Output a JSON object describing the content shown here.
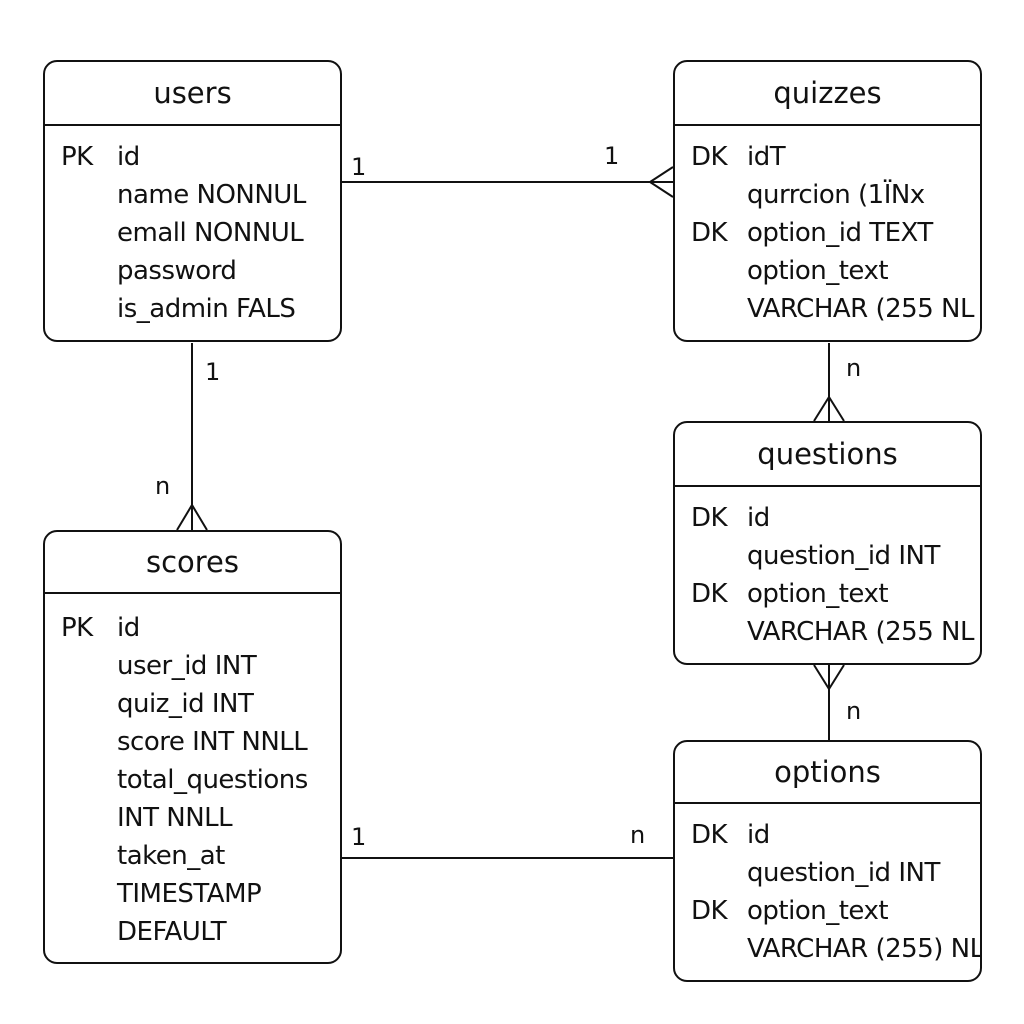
{
  "entities": {
    "users": {
      "title": "users",
      "rows": [
        {
          "key": "PK",
          "text": "id"
        },
        {
          "key": "",
          "text": "name NONNUL"
        },
        {
          "key": "",
          "text": "emall NONNUL"
        },
        {
          "key": "",
          "text": "password"
        },
        {
          "key": "",
          "text": "is_admin FALS"
        }
      ]
    },
    "quizzes": {
      "title": "quizzes",
      "rows": [
        {
          "key": "DK",
          "text": "idT"
        },
        {
          "key": "",
          "text": "qurrcion (1ÏNx"
        },
        {
          "key": "DK",
          "text": "option_id TEXT"
        },
        {
          "key": "",
          "text": "option_text"
        },
        {
          "key": "",
          "text": "VARCHAR (255 NL"
        }
      ]
    },
    "questions": {
      "title": "questions",
      "rows": [
        {
          "key": "DK",
          "text": "id"
        },
        {
          "key": "",
          "text": "question_id INT"
        },
        {
          "key": "DK",
          "text": "option_text"
        },
        {
          "key": "",
          "text": "VARCHAR (255 NL"
        }
      ]
    },
    "scores": {
      "title": "scores",
      "rows": [
        {
          "key": "PK",
          "text": "id"
        },
        {
          "key": "",
          "text": "user_id INT"
        },
        {
          "key": "",
          "text": "quiz_id INT"
        },
        {
          "key": "",
          "text": "score INT NNLL"
        },
        {
          "key": "",
          "text": "total_questions"
        },
        {
          "key": "",
          "text": "INT NNLL"
        },
        {
          "key": "",
          "text": "taken_at"
        },
        {
          "key": "",
          "text": "TIMESTAMP"
        },
        {
          "key": "",
          "text": "DEFAULT"
        }
      ]
    },
    "options": {
      "title": "options",
      "rows": [
        {
          "key": "DK",
          "text": "id"
        },
        {
          "key": "",
          "text": "question_id INT"
        },
        {
          "key": "DK",
          "text": "option_text"
        },
        {
          "key": "",
          "text": "VARCHAR (255) NL"
        }
      ]
    }
  },
  "relationships": {
    "users_quizzes": {
      "from_label": "1",
      "to_label": "1"
    },
    "users_scores": {
      "from_label": "1",
      "to_label": "n"
    },
    "quizzes_questions": {
      "to_label": "n"
    },
    "questions_options": {
      "to_label": "n"
    },
    "scores_options": {
      "from_label": "1",
      "to_label": "n"
    }
  }
}
